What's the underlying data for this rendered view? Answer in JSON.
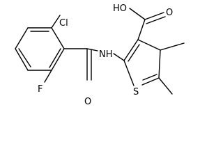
{
  "molecule": {
    "atoms": {
      "cl": "Cl",
      "f": "F",
      "o_amide": "O",
      "nh": "NH",
      "oh": "HO",
      "o_acid": "O",
      "s": "S"
    }
  }
}
